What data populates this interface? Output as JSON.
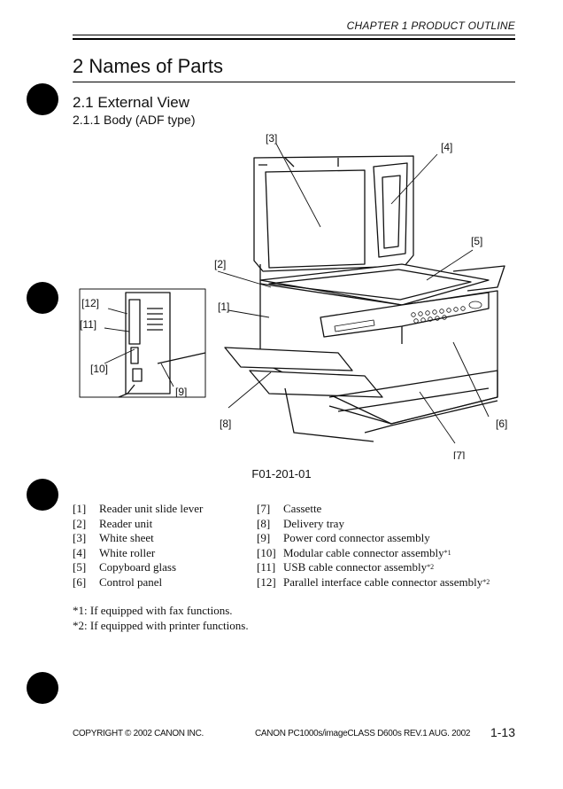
{
  "header": {
    "chapter": "CHAPTER 1 PRODUCT OUTLINE"
  },
  "section": {
    "title": "2 Names of Parts",
    "subtitle": "2.1 External View",
    "subsubtitle": "2.1.1 Body (ADF type)"
  },
  "figure": {
    "callouts": [
      "[1]",
      "[2]",
      "[3]",
      "[4]",
      "[5]",
      "[6]",
      "[7]",
      "[8]",
      "[9]",
      "[10]",
      "[11]",
      "[12]"
    ],
    "caption": "F01-201-01"
  },
  "parts_left": [
    {
      "num": "[1]",
      "name": "Reader unit slide lever",
      "sup": ""
    },
    {
      "num": "[2]",
      "name": "Reader unit",
      "sup": ""
    },
    {
      "num": "[3]",
      "name": "White sheet",
      "sup": ""
    },
    {
      "num": "[4]",
      "name": "White roller",
      "sup": ""
    },
    {
      "num": "[5]",
      "name": "Copyboard glass",
      "sup": ""
    },
    {
      "num": "[6]",
      "name": "Control panel",
      "sup": ""
    }
  ],
  "parts_right": [
    {
      "num": "[7]",
      "name": "Cassette",
      "sup": ""
    },
    {
      "num": "[8]",
      "name": "Delivery tray",
      "sup": ""
    },
    {
      "num": "[9]",
      "name": "Power cord connector assembly",
      "sup": ""
    },
    {
      "num": "[10]",
      "name": "Modular cable connector assembly",
      "sup": "*1"
    },
    {
      "num": "[11]",
      "name": "USB cable connector assembly",
      "sup": "*2"
    },
    {
      "num": "[12]",
      "name": "Parallel interface cable connector assembly",
      "sup": "*2"
    }
  ],
  "notes": [
    "*1: If equipped with fax functions.",
    "*2: If equipped with printer functions."
  ],
  "footer": {
    "copyright": "COPYRIGHT © 2002 CANON INC.",
    "doc": "CANON PC1000s/imageCLASS D600s REV.1 AUG. 2002",
    "page": "1-13"
  }
}
